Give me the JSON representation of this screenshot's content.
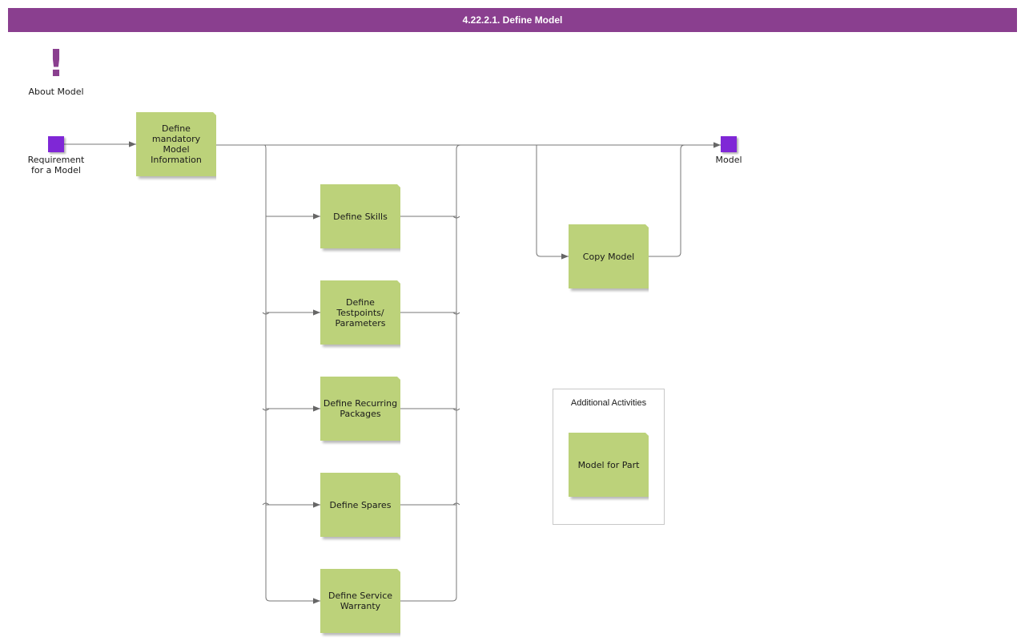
{
  "title": "4.22.2.1. Define Model",
  "about": {
    "glyph": "!",
    "label": "About Model"
  },
  "start_event": {
    "label": "Requirement\nfor a Model"
  },
  "end_event": {
    "label": "Model"
  },
  "tasks": {
    "mandatory": "Define mandatory Model Information",
    "skills": "Define Skills",
    "testpoints": "Define Testpoints/ Parameters",
    "recurring": "Define Recurring Packages",
    "spares": "Define Spares",
    "warranty": "Define Service Warranty",
    "copy": "Copy Model",
    "model_for_part": "Model for Part"
  },
  "additional": {
    "title": "Additional Activities"
  },
  "colors": {
    "header": "#8a3f8f",
    "task": "#bcd27a",
    "event": "#7f27d6",
    "edge": "#777777"
  }
}
